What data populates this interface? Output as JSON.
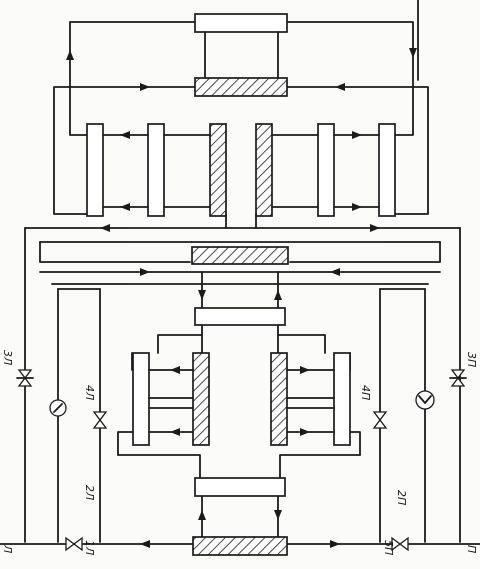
{
  "labels": {
    "l_3l": "3Л",
    "l_4l": "4Л",
    "l_2l": "2Л",
    "l_1l": "1Л",
    "l_left_edge": "Л",
    "r_3p": "3П",
    "r_4p": "4П",
    "r_2p": "2П",
    "r_5p": "5П",
    "r_right_edge": "П"
  },
  "colors": {
    "line": "#1b1b1b",
    "paper": "#fbfbfa"
  }
}
